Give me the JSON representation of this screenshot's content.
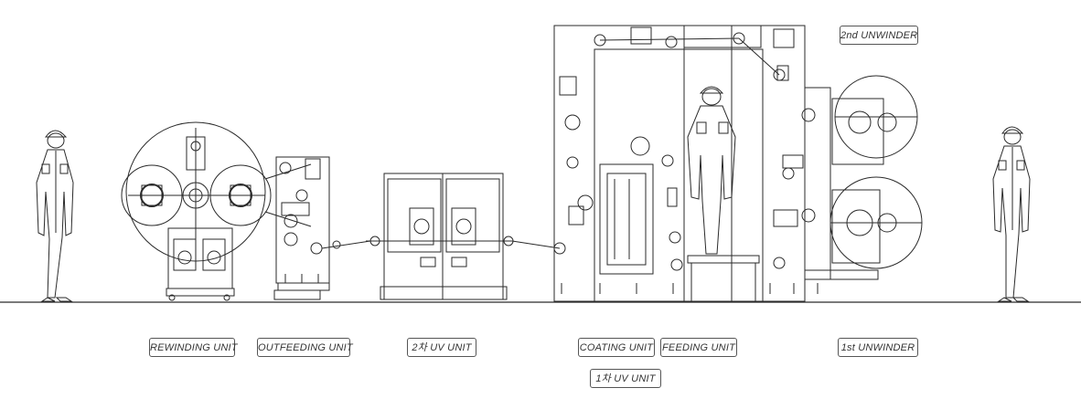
{
  "labels": {
    "rewinding_unit": "REWINDING UNIT",
    "outfeeding_unit": "OUTFEEDING UNIT",
    "second_uv_unit": "2차 UV UNIT",
    "coating_unit": "COATING UNIT",
    "feeding_unit": "FEEDING UNIT",
    "first_uv_unit": "1차 UV UNIT",
    "first_unwinder": "1st UNWINDER",
    "second_unwinder": "2nd UNWINDER"
  },
  "colors": {
    "line": "#2a2a2a",
    "background": "#ffffff"
  }
}
